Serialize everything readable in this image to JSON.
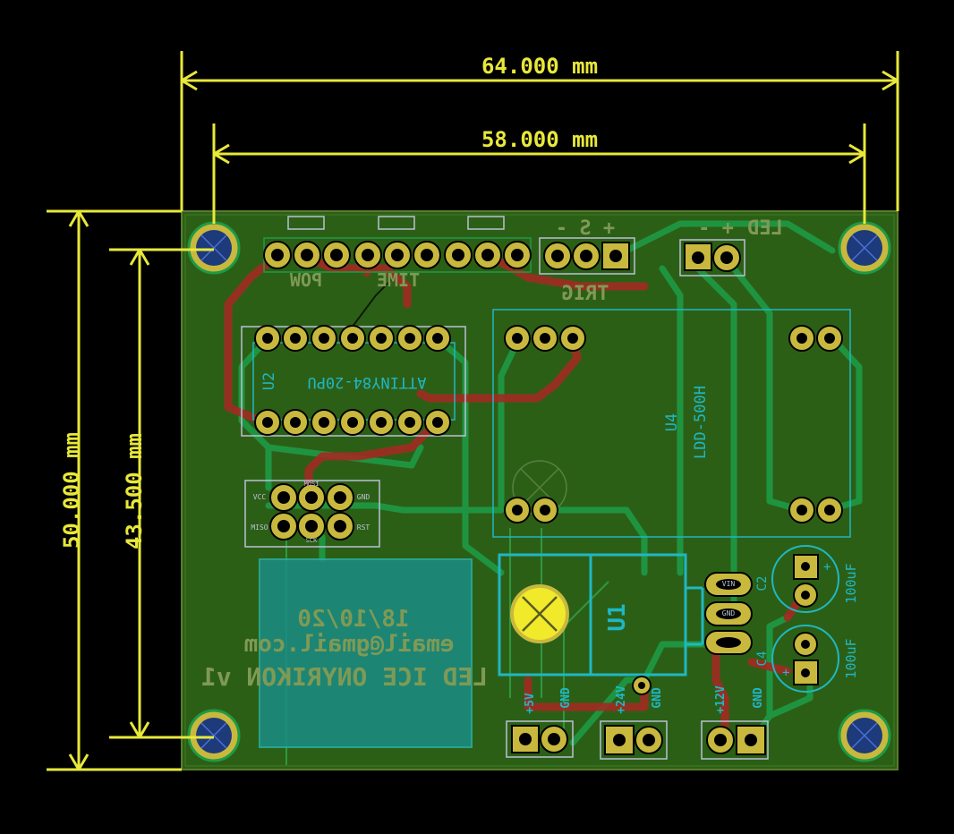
{
  "dimensions": {
    "width_outer": "64.000 mm",
    "width_inner": "58.000 mm",
    "height_outer": "50.000 mm",
    "height_inner": "43.500 mm"
  },
  "silkscreen": {
    "u2_ref": "U2",
    "u2_value": "ATTINY84-20PU",
    "u4_ref": "U4",
    "u4_value": "LDD-500H",
    "u1_ref": "U1",
    "c2_ref": "C2",
    "c4_ref": "C4",
    "c2_value": "100uF",
    "c4_value": "100uF",
    "isp_vcc": "VCC",
    "isp_mosi": "MOSI",
    "isp_gnd": "GND",
    "isp_miso": "MISO",
    "isp_sck": "SCK",
    "isp_rst": "RST",
    "reg_vin": "VIN",
    "reg_gnd": "GND",
    "conn1_plus": "+5V",
    "conn1_gnd": "GND",
    "conn2_plus": "+24V",
    "conn2_gnd": "GND",
    "conn3_plus": "+12V",
    "conn3_gnd": "GND"
  },
  "back_silkscreen": {
    "pot_label": "POW",
    "time_label": "TIME",
    "trig_label": "TRIG",
    "trig_pins": "+ S -",
    "led_label": "LED",
    "led_pins": "+ -",
    "date": "18/10/20",
    "email": "email@gmail.com",
    "title": "LED ICE ONYRIKON v1"
  },
  "colors": {
    "background": "#000000",
    "board": "#2c5f16",
    "top_copper": "#9e2d23",
    "bottom_copper": "#1e9a45",
    "pad": "#c9b83e",
    "silk": "#1fb7c4",
    "dimension": "#e8e83a"
  }
}
